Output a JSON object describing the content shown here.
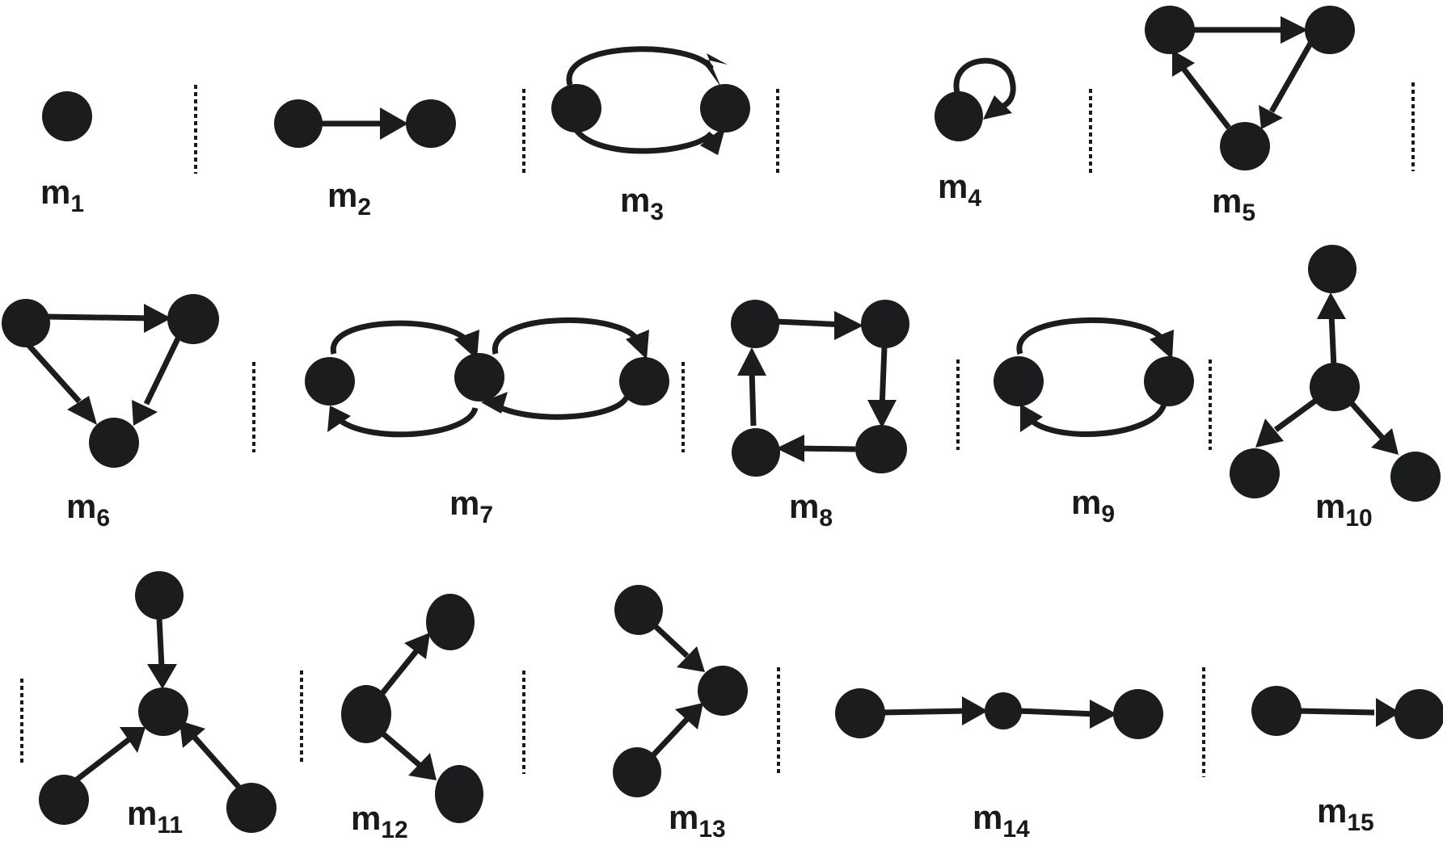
{
  "motifs": [
    {
      "label": "m",
      "index": "1"
    },
    {
      "label": "m",
      "index": "2"
    },
    {
      "label": "m",
      "index": "3"
    },
    {
      "label": "m",
      "index": "4"
    },
    {
      "label": "m",
      "index": "5"
    },
    {
      "label": "m",
      "index": "6"
    },
    {
      "label": "m",
      "index": "7"
    },
    {
      "label": "m",
      "index": "8"
    },
    {
      "label": "m",
      "index": "9"
    },
    {
      "label": "m",
      "index": "10"
    },
    {
      "label": "m",
      "index": "11"
    },
    {
      "label": "m",
      "index": "12"
    },
    {
      "label": "m",
      "index": "13"
    },
    {
      "label": "m",
      "index": "14"
    },
    {
      "label": "m",
      "index": "15"
    }
  ],
  "colors": {
    "ink": "#1b1c1e",
    "background": "#ffffff"
  }
}
